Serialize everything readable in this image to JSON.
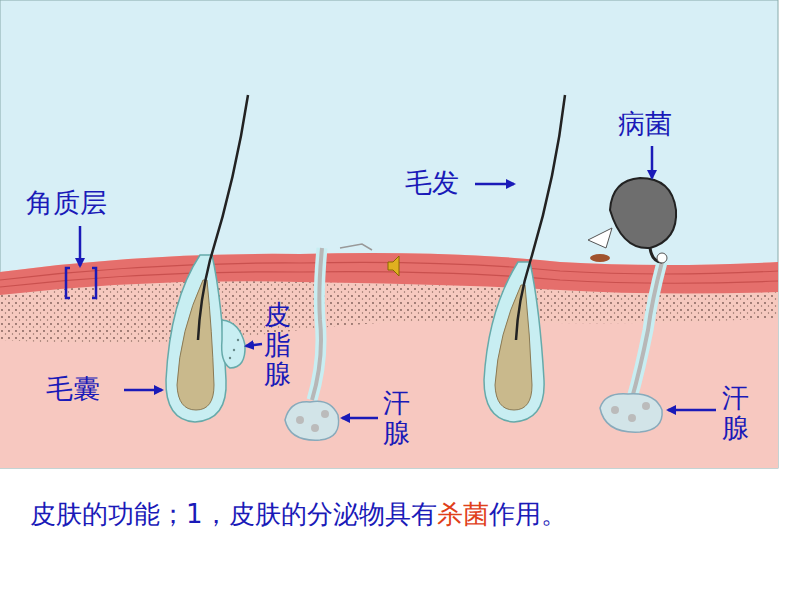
{
  "diagram": {
    "caption": "皮肤的功能；1，皮肤的分泌物具有杀菌作用。",
    "labels": [
      "病菌",
      "毛发",
      "角质层",
      "皮脂腺",
      "毛囊",
      "汗腺",
      "汗腺"
    ]
  }
}
